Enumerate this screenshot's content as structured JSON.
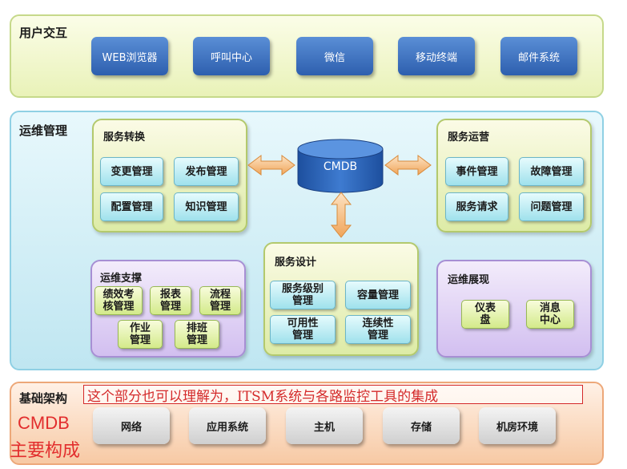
{
  "user_layer": {
    "title": "用户交互",
    "items": [
      "WEB浏览器",
      "呼叫中心",
      "微信",
      "移动终端",
      "邮件系统"
    ]
  },
  "ops_layer": {
    "title": "运维管理",
    "service_transition": {
      "title": "服务转换",
      "items": [
        "变更管理",
        "发布管理",
        "配置管理",
        "知识管理"
      ]
    },
    "cmdb": "CMDB",
    "service_operation": {
      "title": "服务运营",
      "items": [
        "事件管理",
        "故障管理",
        "服务请求",
        "问题管理"
      ]
    },
    "ops_support": {
      "title": "运维支撑",
      "items": [
        "绩效考\n核管理",
        "报表\n管理",
        "流程\n管理",
        "作业\n管理",
        "排班\n管理"
      ]
    },
    "service_design": {
      "title": "服务设计",
      "items": [
        "服务级别\n管理",
        "容量管理",
        "可用性\n管理",
        "连续性\n管理"
      ]
    },
    "ops_display": {
      "title": "运维展现",
      "items": [
        "仪表\n盘",
        "消息\n中心"
      ]
    }
  },
  "base_layer": {
    "title": "基础架构",
    "items": [
      "网络",
      "应用系统",
      "主机",
      "存储",
      "机房环境"
    ]
  },
  "annotations": {
    "note": "这个部分也可以理解为，ITSM系统与各路监控工具的集成",
    "cmdb_label": "CMDB",
    "cmdb_sub": "主要构成"
  },
  "colors": {
    "annotation_red": "#d42a2a",
    "button_blue": "#2d5fae",
    "arrow_orange": "#f0a55a"
  }
}
